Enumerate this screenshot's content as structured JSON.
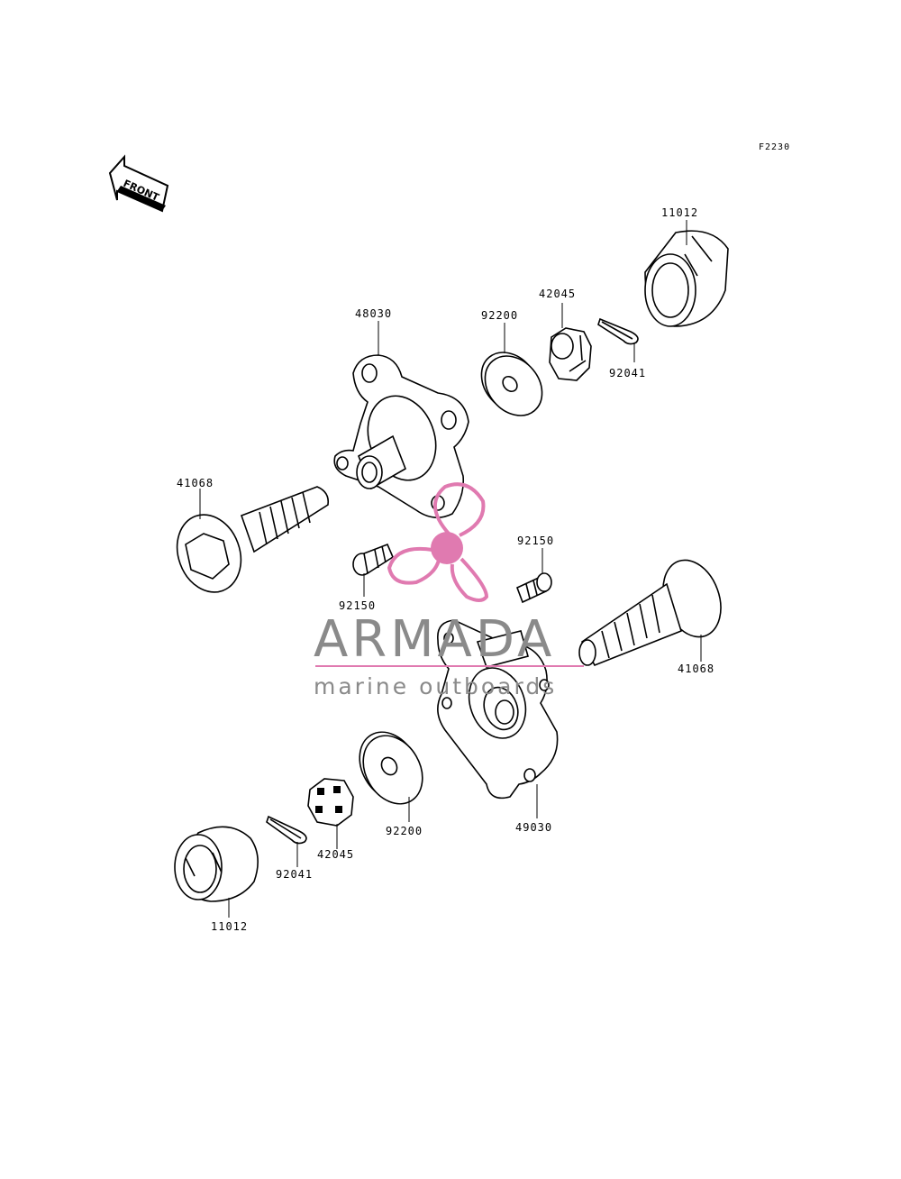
{
  "figure_code": "F2230",
  "front_label": "FRONT",
  "watermark": {
    "brand": "ARMADA",
    "tagline": "marine outboards",
    "accent_color": "#e07ab0",
    "text_color": "#8a8a8a"
  },
  "labels": {
    "cap_top": "11012",
    "nut_top": "42045",
    "pin_top": "92041",
    "washer_top": "92200",
    "hub_top": "48030",
    "bolt_left": "41068",
    "stud_left": "92150",
    "stud_right": "92150",
    "bolt_right": "41068",
    "hub_bottom": "49030",
    "washer_bottom": "92200",
    "nut_bottom": "42045",
    "pin_bottom": "92041",
    "cap_bottom": "11012"
  }
}
